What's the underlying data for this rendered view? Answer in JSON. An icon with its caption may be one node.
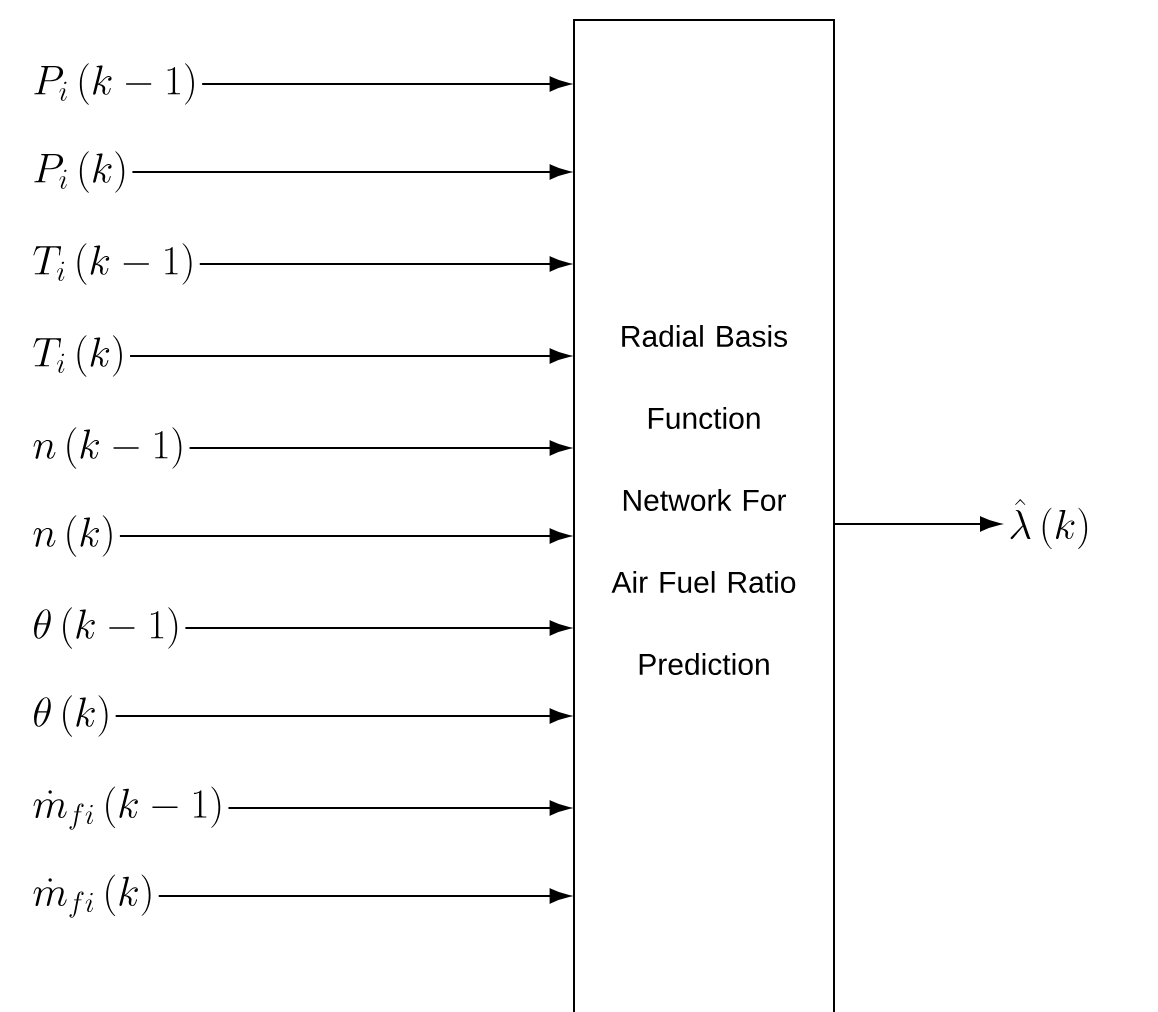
{
  "diagram": {
    "nodes": [
      {
        "text": [
          "Radial Basis Function Network For Air Fuel Ratio Prediction"
        ]
      },
      {
        "text": [
          "P_i\\left(k-1\\right)"
        ]
      },
      {
        "text": [
          "P_i\\left(k\\right)"
        ]
      },
      {
        "text": [
          "T_i\\left(k-1\\right)"
        ]
      },
      {
        "text": [
          "T_i\\left(k\\right)"
        ]
      },
      {
        "text": [
          "n\\left(k-1\\right)"
        ]
      },
      {
        "text": [
          "n\\left(k\\right)"
        ]
      },
      {
        "text": [
          "\\theta\\left(k-1\\right)"
        ]
      },
      {
        "text": [
          "\\theta\\left(k\\right)"
        ]
      },
      {
        "text": [
          "\\dot{m}_{fi}\\left(k-1\\right)"
        ]
      },
      {
        "text": [
          "\\dot{m}_{fi}\\left(k\\right)"
        ]
      },
      {
        "text": [
          "\\hat{\\lambda}\\left(k\\right)"
        ]
      }
    ],
    "edges": [
      {
        "from": 1,
        "to": 0,
        "arrow": "to"
      },
      {
        "from": 2,
        "to": 0,
        "arrow": "to"
      },
      {
        "from": 3,
        "to": 0,
        "arrow": "to"
      },
      {
        "from": 4,
        "to": 0,
        "arrow": "to"
      },
      {
        "from": 5,
        "to": 0,
        "arrow": "to"
      },
      {
        "from": 6,
        "to": 0,
        "arrow": "to"
      },
      {
        "from": 7,
        "to": 0,
        "arrow": "to"
      },
      {
        "from": 8,
        "to": 0,
        "arrow": "to"
      },
      {
        "from": 9,
        "to": 0,
        "arrow": "to"
      },
      {
        "from": 10,
        "to": 0,
        "arrow": "to"
      },
      {
        "from": 0,
        "to": 11,
        "arrow": "to"
      }
    ]
  }
}
